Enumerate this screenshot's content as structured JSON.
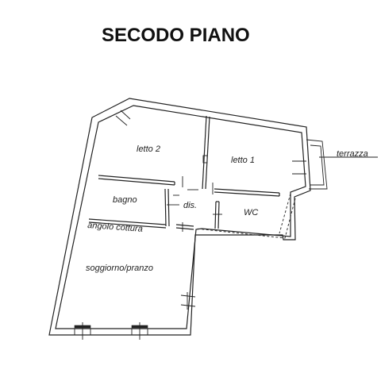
{
  "title": "SECODO PIANO",
  "rooms": {
    "letto2": "letto 2",
    "letto1": "letto 1",
    "terrazza": "terrazza",
    "bagno": "bagno",
    "dis": "dis.",
    "wc": "WC",
    "angolo_cottura": "angolo cottura",
    "soggiorno": "soggiorno/pranzo"
  }
}
